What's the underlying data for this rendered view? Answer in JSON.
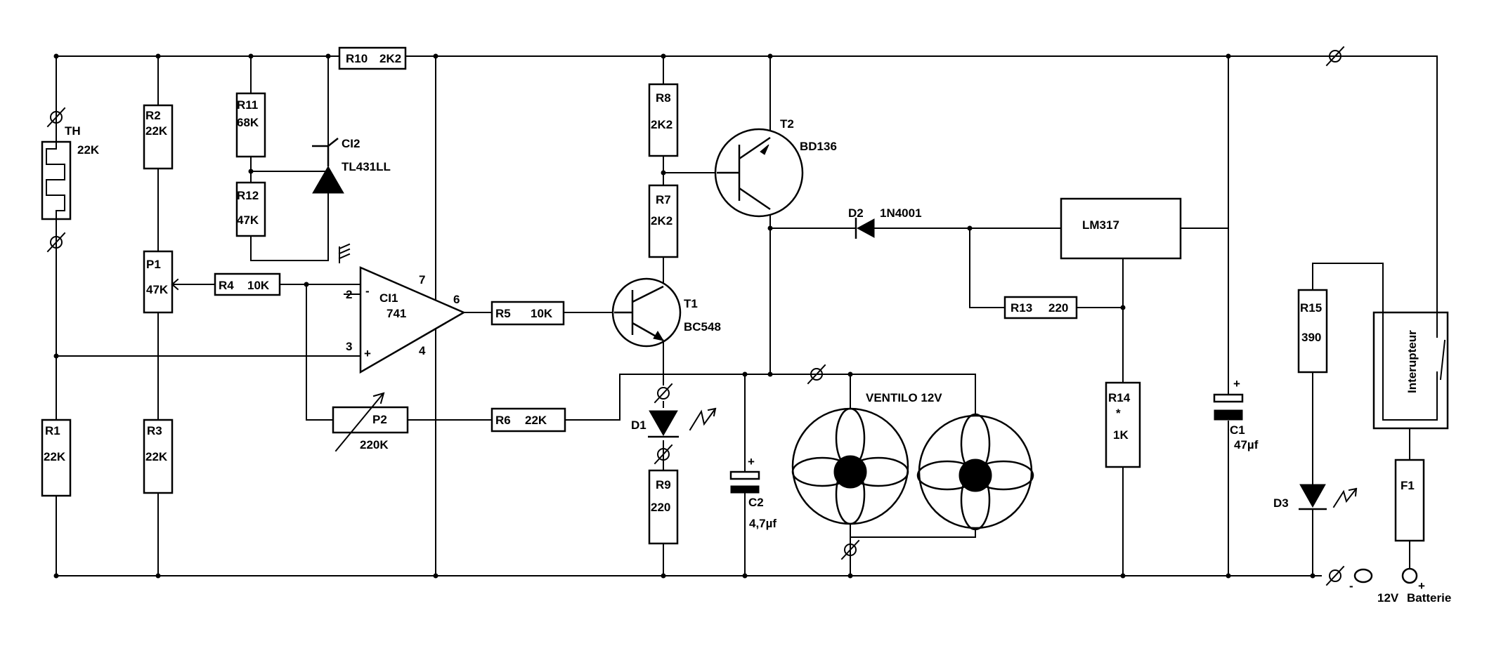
{
  "components": {
    "r10": {
      "ref": "R10",
      "value": "2K2"
    },
    "th": {
      "ref": "TH",
      "value": "22K"
    },
    "r2": {
      "ref": "R2",
      "value": "22K"
    },
    "r11": {
      "ref": "R11",
      "value": "68K"
    },
    "r12": {
      "ref": "R12",
      "value": "47K"
    },
    "ci2": {
      "ref": "CI2",
      "value": "TL431LL"
    },
    "p1": {
      "ref": "P1",
      "value": "47K"
    },
    "r4": {
      "ref": "R4",
      "value": "10K"
    },
    "ci1": {
      "ref": "CI1",
      "value": "741"
    },
    "r1": {
      "ref": "R1",
      "value": "22K"
    },
    "r3": {
      "ref": "R3",
      "value": "22K"
    },
    "p2": {
      "ref": "P2",
      "value": "220K"
    },
    "r6": {
      "ref": "R6",
      "value": "22K"
    },
    "r5": {
      "ref": "R5",
      "value": "10K"
    },
    "r8": {
      "ref": "R8",
      "value": "2K2"
    },
    "r7": {
      "ref": "R7",
      "value": "2K2"
    },
    "t2": {
      "ref": "T2",
      "value": "BD136"
    },
    "t1": {
      "ref": "T1",
      "value": "BC548"
    },
    "d1": {
      "ref": "D1"
    },
    "r9": {
      "ref": "R9",
      "value": "220"
    },
    "c2": {
      "ref": "C2",
      "value": "4,7µf",
      "polarity": "+"
    },
    "d2": {
      "ref": "D2",
      "value": "1N4001"
    },
    "lm317": {
      "ref": "LM317"
    },
    "r13": {
      "ref": "R13",
      "value": "220"
    },
    "r14": {
      "ref": "R14",
      "mark": "*",
      "value": "1K"
    },
    "c1": {
      "ref": "C1",
      "value": "47µf",
      "polarity": "+"
    },
    "r15": {
      "ref": "R15",
      "value": "390"
    },
    "d3": {
      "ref": "D3"
    },
    "switch": {
      "label": "Interupteur"
    },
    "f1": {
      "ref": "F1"
    },
    "fans": {
      "label": "VENTILO 12V"
    },
    "battery": {
      "label_voltage": "12V",
      "label_name": "Batterie",
      "minus": "-",
      "plus": "+"
    }
  },
  "pins": {
    "ci1_in_minus_num": "2",
    "ci1_in_minus_sign": "-",
    "ci1_in_plus_num": "3",
    "ci1_in_plus_sign": "+",
    "ci1_vcc": "7",
    "ci1_gnd": "4",
    "ci1_out": "6"
  },
  "colors": {
    "ink": "#000000",
    "background": "#ffffff"
  }
}
